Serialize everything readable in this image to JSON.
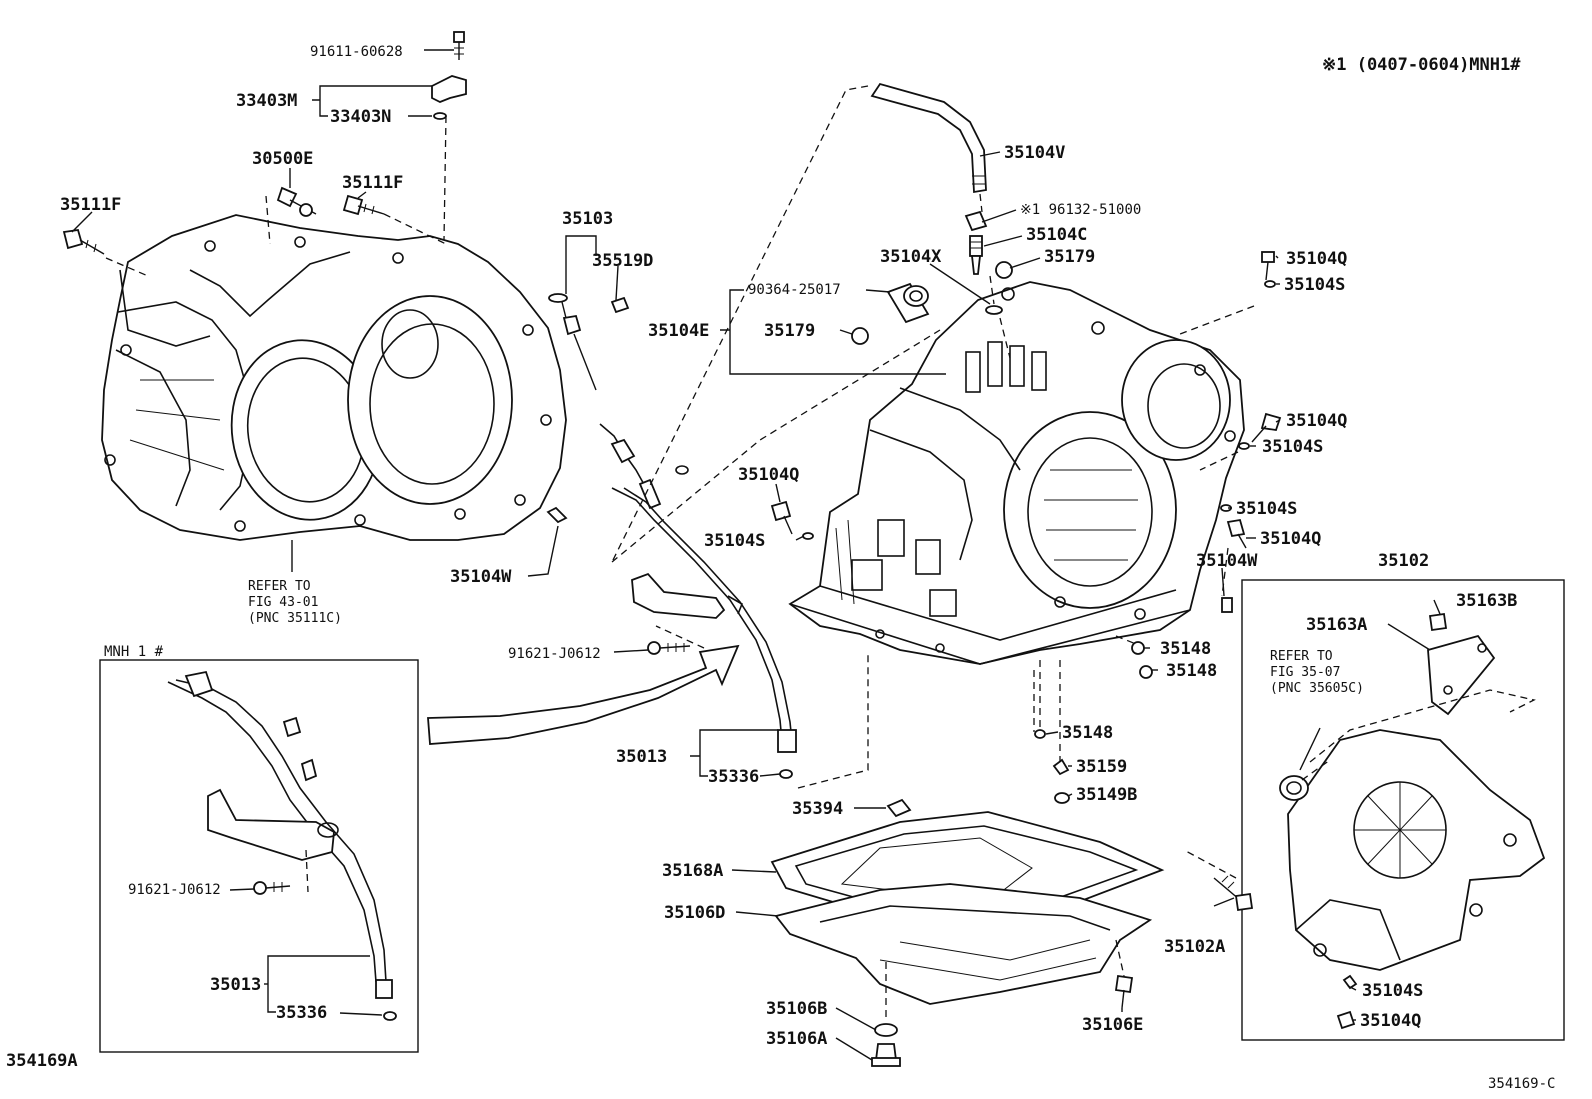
{
  "header": {
    "applicability_note": "※1 (0407-0604)MNH1#"
  },
  "footer": {
    "left_code": "354169A",
    "right_code": "354169-C"
  },
  "inset_left": {
    "title": "MNH 1 #",
    "labels": {
      "bolt": "91621-J0612",
      "gauge": "35013",
      "oring": "35336"
    }
  },
  "inset_right": {
    "assembly": "35102",
    "refer_note": [
      "REFER TO",
      "FIG 35-07",
      "(PNC 35605C)"
    ]
  },
  "refer_note_left": [
    "REFER TO",
    "FIG 43-01",
    "(PNC 35111C)"
  ],
  "labels": {
    "l_91611_60628": "91611-60628",
    "l_33403M": "33403M",
    "l_33403N": "33403N",
    "l_30500E": "30500E",
    "l_35111F_a": "35111F",
    "l_35111F_b": "35111F",
    "l_35103": "35103",
    "l_35519D": "35519D",
    "l_35104W_a": "35104W",
    "l_91621_J0612": "91621-J0612",
    "l_35013": "35013",
    "l_35336": "35336",
    "l_35104V": "35104V",
    "l_96132_51000": "※1 96132-51000",
    "l_35104C": "35104C",
    "l_35104X": "35104X",
    "l_35179_a": "35179",
    "l_90364_25017": "90364-25017",
    "l_35104E": "35104E",
    "l_35179_b": "35179",
    "l_35104Q_a": "35104Q",
    "l_35104S_a": "35104S",
    "l_35104Q_b": "35104Q",
    "l_35104S_b": "35104S",
    "l_35104S_c": "35104S",
    "l_35104Q_c": "35104Q",
    "l_35104W_b": "35104W",
    "l_35104Q_d": "35104Q",
    "l_35104S_d": "35104S",
    "l_35148_a": "35148",
    "l_35148_b": "35148",
    "l_35148_c": "35148",
    "l_35159": "35159",
    "l_35149B": "35149B",
    "l_35394": "35394",
    "l_35168A": "35168A",
    "l_35106D": "35106D",
    "l_35106B": "35106B",
    "l_35106A": "35106A",
    "l_35106E": "35106E",
    "l_35102A": "35102A",
    "l_35163B": "35163B",
    "l_35163A": "35163A",
    "l_35104S_e": "35104S",
    "l_35104Q_e": "35104Q"
  }
}
